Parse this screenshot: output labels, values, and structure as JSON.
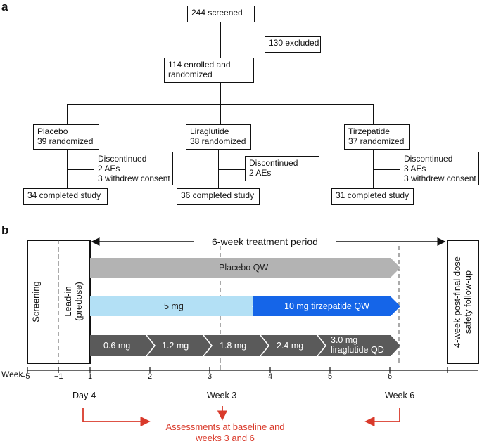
{
  "panel_a": {
    "label": "a",
    "screened": "244 screened",
    "excluded": "130 excluded",
    "enrolled": [
      "114 enrolled and",
      "randomized"
    ],
    "arms": [
      {
        "name": "Placebo",
        "randomized": "39 randomized",
        "discontinued": [
          "Discontinued",
          "2 AEs",
          "3 withdrew consent"
        ],
        "completed": "34 completed study"
      },
      {
        "name": "Liraglutide",
        "randomized": "38 randomized",
        "discontinued": [
          "Discontinued",
          "2 AEs"
        ],
        "completed": "36 completed study"
      },
      {
        "name": "Tirzepatide",
        "randomized": "37 randomized",
        "discontinued": [
          "Discontinued",
          "3 AEs",
          "3 withdrew consent"
        ],
        "completed": "31 completed study"
      }
    ]
  },
  "panel_b": {
    "label": "b",
    "screening": "Screening",
    "leadin": [
      "Lead-in",
      "(predose)"
    ],
    "treatment_period": "6-week treatment period",
    "followup": [
      "4-week post-final dose",
      "safety follow-up"
    ],
    "placebo_bar": "Placebo QW",
    "tirz_low": "5 mg",
    "tirz_high": "10 mg tirzepatide QW",
    "lira_steps": [
      "0.6 mg",
      "1.2 mg",
      "1.8 mg",
      "2.4 mg"
    ],
    "lira_final": [
      "3.0 mg",
      "liraglutide QD"
    ],
    "week_label": "Week",
    "ticks": [
      "−5",
      "−1",
      "1",
      "2",
      "3",
      "4",
      "5",
      "6"
    ],
    "day4": "Day-4",
    "week3": "Week 3",
    "week6": "Week 6",
    "assessments": [
      "Assessments at baseline and",
      "weeks 3 and 6"
    ],
    "colors": {
      "placebo": "#b3b3b3",
      "tirz_light": "#b3e0f5",
      "tirz_dark": "#1565e8",
      "lira": "#5a5a5a",
      "assess": "#d93a2b"
    }
  }
}
